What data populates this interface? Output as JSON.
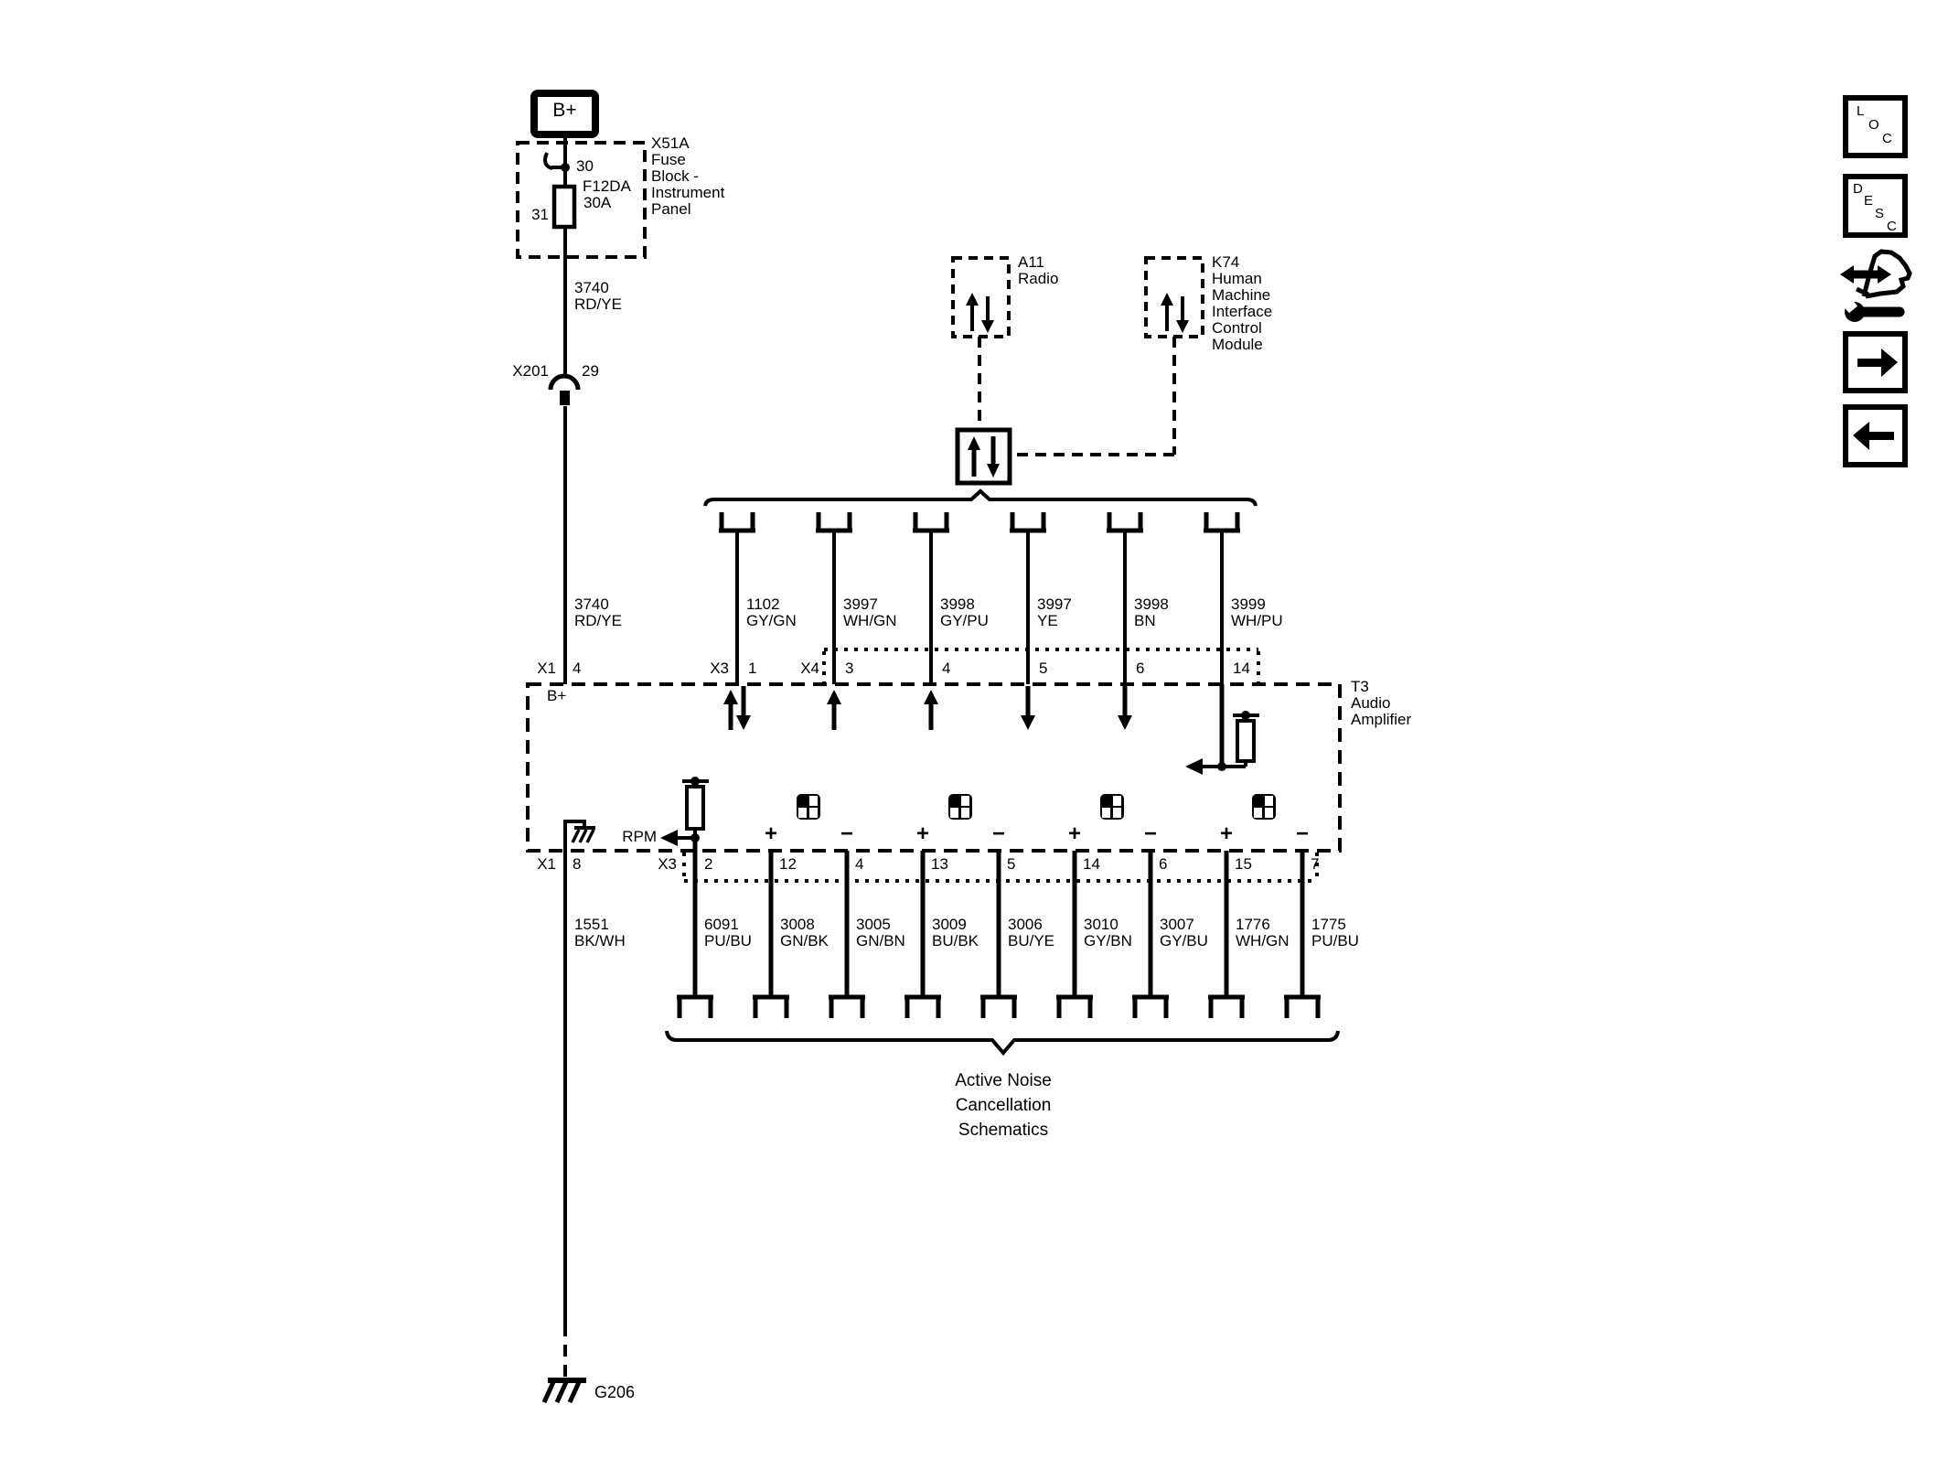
{
  "side_panel": {
    "loc_letters": [
      "L",
      "O",
      "C"
    ],
    "desc_letters": [
      "D",
      "E",
      "S",
      "C"
    ]
  },
  "power": {
    "label": "B+"
  },
  "fuse_block": {
    "id": "X51A",
    "name_lines": [
      "Fuse",
      "Block -",
      "Instrument",
      "Panel"
    ],
    "pin_top": "30",
    "pin_bottom": "31",
    "fuse_name": "F12DA",
    "fuse_rating": "30A"
  },
  "battery_wire": {
    "circuit": "3740",
    "color": "RD/YE"
  },
  "inline_connector": {
    "id": "X201",
    "pin": "29"
  },
  "radio": {
    "id": "A11",
    "name": "Radio"
  },
  "hmi_module": {
    "id": "K74",
    "name_lines": [
      "Human",
      "Machine",
      "Interface",
      "Control",
      "Module"
    ]
  },
  "amplifier": {
    "id": "T3",
    "name_lines": [
      "Audio",
      "Amplifier"
    ],
    "internal_power_label": "B+",
    "rpm_label": "RPM",
    "top_pins": [
      {
        "conn": "X1",
        "pin": "4"
      },
      {
        "conn": "X3",
        "pin": "1"
      },
      {
        "conn": "X4",
        "pin": "3"
      },
      {
        "pin": "4"
      },
      {
        "pin": "5"
      },
      {
        "pin": "6"
      },
      {
        "pin": "14"
      }
    ],
    "bottom_pins": [
      {
        "conn": "X1",
        "pin": "8"
      },
      {
        "conn": "X3",
        "pin": "2"
      },
      {
        "pin": "12"
      },
      {
        "pin": "4"
      },
      {
        "pin": "13"
      },
      {
        "pin": "5"
      },
      {
        "pin": "14"
      },
      {
        "pin": "6"
      },
      {
        "pin": "15"
      },
      {
        "pin": "7"
      }
    ],
    "polarity": [
      "+",
      "−",
      "+",
      "−",
      "+",
      "−",
      "+",
      "−"
    ]
  },
  "top_wires": [
    {
      "circuit": "1102",
      "color": "GY/GN"
    },
    {
      "circuit": "3997",
      "color": "WH/GN"
    },
    {
      "circuit": "3998",
      "color": "GY/PU"
    },
    {
      "circuit": "3997",
      "color": "YE"
    },
    {
      "circuit": "3998",
      "color": "BN"
    },
    {
      "circuit": "3999",
      "color": "WH/PU"
    }
  ],
  "bottom_wires": [
    {
      "circuit": "6091",
      "color": "PU/BU"
    },
    {
      "circuit": "3008",
      "color": "GN/BK"
    },
    {
      "circuit": "3005",
      "color": "GN/BN"
    },
    {
      "circuit": "3009",
      "color": "BU/BK"
    },
    {
      "circuit": "3006",
      "color": "BU/YE"
    },
    {
      "circuit": "3010",
      "color": "GY/BN"
    },
    {
      "circuit": "3007",
      "color": "GY/BU"
    },
    {
      "circuit": "1776",
      "color": "WH/GN"
    },
    {
      "circuit": "1775",
      "color": "PU/BU"
    }
  ],
  "ground_wire": {
    "circuit": "1551",
    "color": "BK/WH"
  },
  "ground": {
    "id": "G206"
  },
  "caption_lines": [
    "Active Noise",
    "Cancellation",
    "Schematics"
  ],
  "colors": {
    "ink": "#000000",
    "paper": "#ffffff"
  }
}
